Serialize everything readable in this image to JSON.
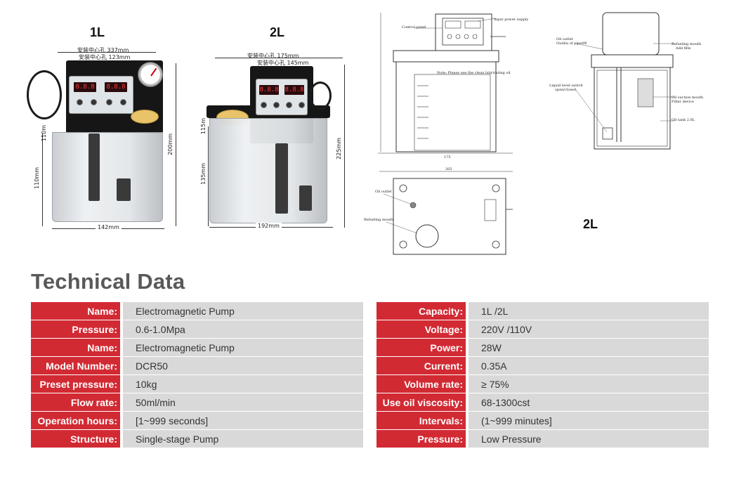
{
  "product_images": {
    "pump_1l": {
      "size_label": "1L",
      "dim_top_1": "安装中心孔 337mm",
      "dim_top_2": "安装中心孔 123mm",
      "dim_height": "200mm",
      "dim_tank": "110mm",
      "dim_side": "110m",
      "dim_width": "142mm"
    },
    "pump_2l": {
      "size_label": "2L",
      "dim_top_1": "安装中心孔 175mm",
      "dim_top_2": "安装中心孔 145mm",
      "dim_height": "225mm",
      "dim_tank": "135mm",
      "dim_side": "115m",
      "dim_width": "192mm"
    }
  },
  "drawings": {
    "front": {
      "control_panel": "Control panel",
      "input_power": "Input power supply",
      "plate_title": "Note: Please use the clean lubricating oil",
      "dim_width": "175"
    },
    "section": {
      "oil_outlet": "Oil outlet",
      "oil_outlet_sub": "Outdia of pipe4N",
      "refueling": "Refueling mouth",
      "refueling_sub": "Add filte",
      "level_switch": "Liquid level switch",
      "level_switch_sub": "open/closed",
      "suction": "Oil suction mouth",
      "suction_sub": "Filter device",
      "tank": "Oil tank 2.0L"
    },
    "top": {
      "oil_outlet": "Oil outlet",
      "refueling": "Refueling mouth",
      "dim_width": "205"
    },
    "size_label": "2L"
  },
  "section_title": "Technical Data",
  "table_left": [
    {
      "key": "Name:",
      "value": "Electromagnetic Pump"
    },
    {
      "key": "Pressure:",
      "value": "0.6-1.0Mpa"
    },
    {
      "key": "Name:",
      "value": "Electromagnetic Pump"
    },
    {
      "key": "Model Number:",
      "value": "DCR50"
    },
    {
      "key": "Preset pressure:",
      "value": "10kg"
    },
    {
      "key": "Flow rate:",
      "value": "50ml/min"
    },
    {
      "key": "Operation hours:",
      "value": "[1~999 seconds]"
    },
    {
      "key": "Structure:",
      "value": "Single-stage Pump"
    }
  ],
  "table_right": [
    {
      "key": "Capacity:",
      "value": "1L /2L"
    },
    {
      "key": "Voltage:",
      "value": "220V /110V"
    },
    {
      "key": "Power:",
      "value": "28W"
    },
    {
      "key": "Current:",
      "value": "0.35A"
    },
    {
      "key": "Volume rate:",
      "value": "≥ 75%"
    },
    {
      "key": "Use oil viscosity:",
      "value": "68-1300cst"
    },
    {
      "key": "Intervals:",
      "value": "(1~999 minutes]"
    },
    {
      "key": "Pressure:",
      "value": "Low Pressure"
    }
  ],
  "colors": {
    "key_bg": "#d22a33",
    "value_bg": "#d9d9d9",
    "title": "#595959"
  }
}
